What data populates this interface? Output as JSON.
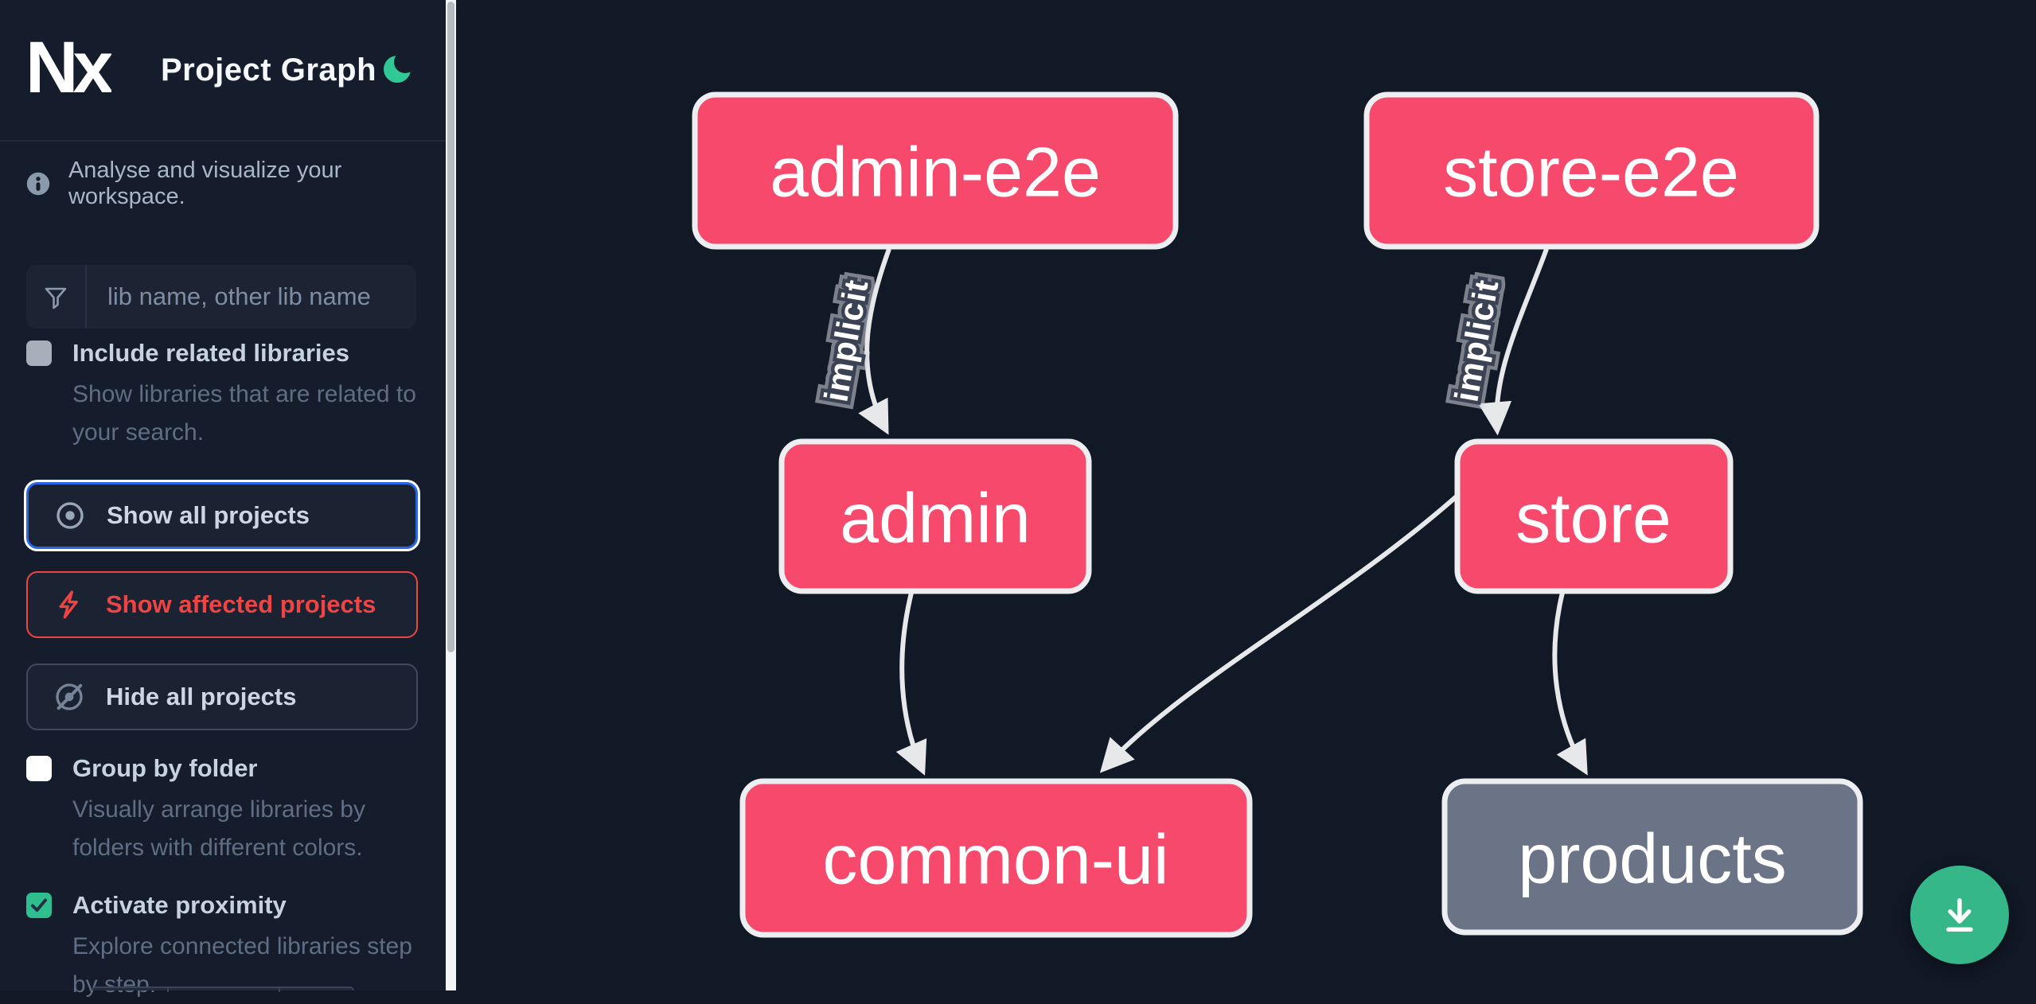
{
  "header": {
    "logo": "Nx",
    "title": "Project Graph",
    "theme_icon": "moon-icon"
  },
  "sidebar": {
    "tagline": "Analyse and visualize your workspace.",
    "search": {
      "placeholder": "lib name, other lib name"
    },
    "toggles": [
      {
        "label": "Include related libraries",
        "description": "Show libraries that are related to your search.",
        "checked": false
      },
      {
        "label": "Group by folder",
        "description": "Visually arrange libraries by folders with different colors.",
        "checked": false
      },
      {
        "label": "Activate proximity",
        "description": "Explore connected libraries step by step.",
        "checked": true
      }
    ],
    "buttons": [
      {
        "label": "Show all projects",
        "state": "focused"
      },
      {
        "label": "Show affected projects",
        "variant": "affected"
      },
      {
        "label": "Hide all projects",
        "variant": "default"
      }
    ]
  },
  "graph": {
    "nodes": [
      {
        "id": "admin-e2e",
        "kind": "app"
      },
      {
        "id": "store-e2e",
        "kind": "app"
      },
      {
        "id": "admin",
        "kind": "app"
      },
      {
        "id": "store",
        "kind": "app"
      },
      {
        "id": "common-ui",
        "kind": "app"
      },
      {
        "id": "products",
        "kind": "unfocused"
      }
    ],
    "edges": [
      {
        "from": "admin-e2e",
        "to": "admin",
        "label": "implicit"
      },
      {
        "from": "store-e2e",
        "to": "store",
        "label": "implicit"
      },
      {
        "from": "admin",
        "to": "common-ui",
        "label": ""
      },
      {
        "from": "store",
        "to": "common-ui",
        "label": ""
      },
      {
        "from": "store",
        "to": "products",
        "label": ""
      }
    ],
    "colors": {
      "app_node": "#f6496b",
      "unfocused_node": "#6b7486",
      "node_border": "#eceef1",
      "edge": "#e7e8ea",
      "background": "#111826"
    }
  },
  "fab": {
    "action": "download-image",
    "color": "#35b789"
  }
}
